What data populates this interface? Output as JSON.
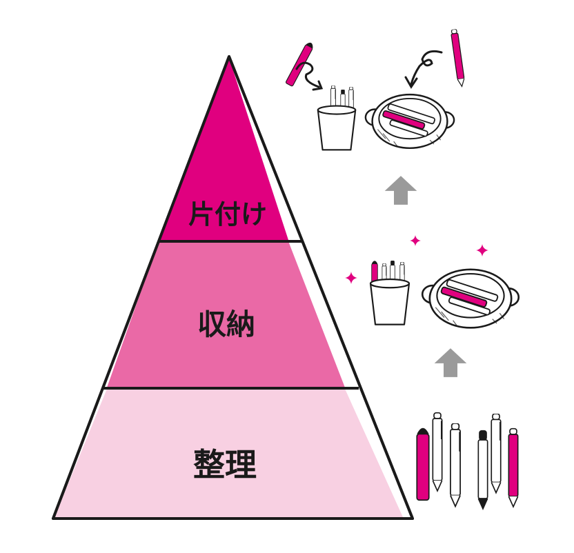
{
  "pyramid": {
    "levels": [
      {
        "label": "片付け",
        "color": "#e0007f"
      },
      {
        "label": "収納",
        "color": "#ea69a6"
      },
      {
        "label": "整理",
        "color": "#f8d0e2"
      }
    ],
    "outline_color": "#1a1a1a"
  },
  "accent_color": "#e0007f",
  "arrow_color": "#9a9a9a",
  "illustrations": {
    "top": [
      "pen-icon",
      "pencil-icon",
      "pen-cup-icon",
      "tray-icon"
    ],
    "middle": [
      "pen-cup-icon",
      "tray-icon",
      "sparkle-icon"
    ],
    "bottom": [
      "pen-icon",
      "pencil-icon"
    ]
  }
}
